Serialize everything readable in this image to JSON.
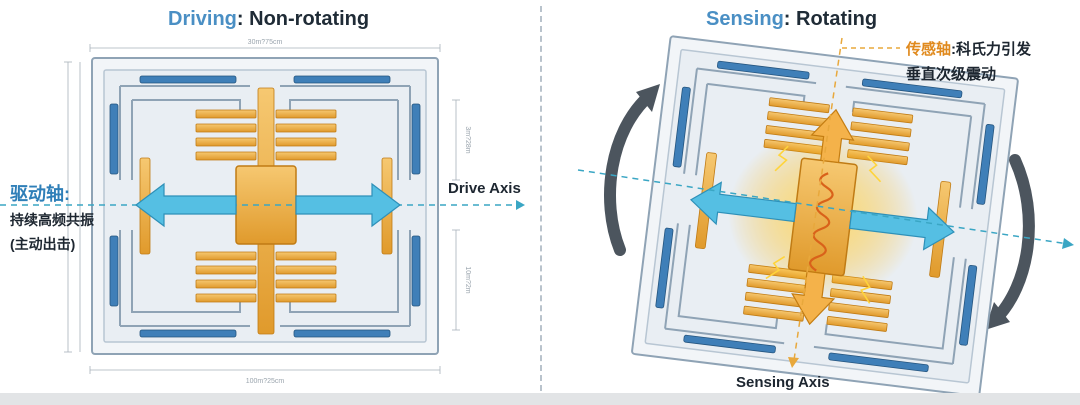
{
  "left_panel": {
    "title_accent": "Driving",
    "title_rest": ": Non-rotating",
    "width_top": "30m?75cm",
    "width_bottom": "100m?25cm",
    "dim_right_top": "3m?28m",
    "dim_right_bottom": "10m?2m",
    "drive_label_main": "驱动轴:",
    "drive_label_line2": "持续高频共振",
    "drive_label_line3": "(主动出击)",
    "axis_label": "Drive Axis"
  },
  "right_panel": {
    "title_accent": "Sensing",
    "title_rest": ": Rotating",
    "sense_label_main": "传感轴",
    "sense_label_rest": ":科氏力引发",
    "sense_label_line2": "垂直次级震动",
    "axis_label": "Sensing Axis"
  },
  "colors": {
    "accent_blue": "#4a8fc4",
    "teal_arrow": "#4fb6d9",
    "gold": "#e8a83c",
    "orange_text": "#e08a1e",
    "frame_blue": "#3f7fb8"
  }
}
